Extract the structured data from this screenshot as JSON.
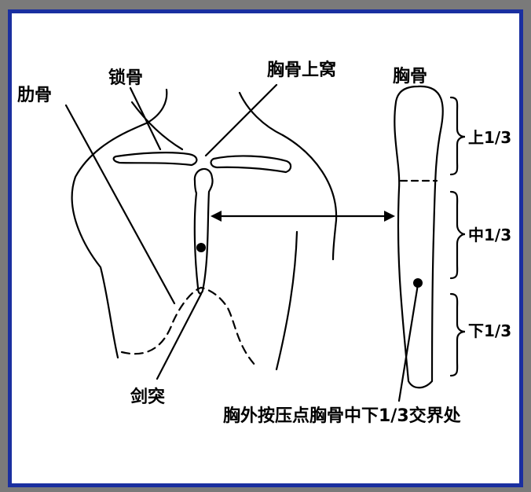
{
  "labels": {
    "clavicle": "锁骨",
    "suprasternal_notch": "胸骨上窝",
    "rib": "肋骨",
    "sternum": "胸骨",
    "xiphoid": "剑突",
    "upper_third": "上1/3",
    "middle_third": "中1/3",
    "lower_third": "下1/3",
    "caption": "胸外按压点胸骨中下1/3交界处"
  },
  "colors": {
    "border": "#1a2fa0",
    "shadow": "#7a7a7a",
    "ink": "#000000"
  }
}
